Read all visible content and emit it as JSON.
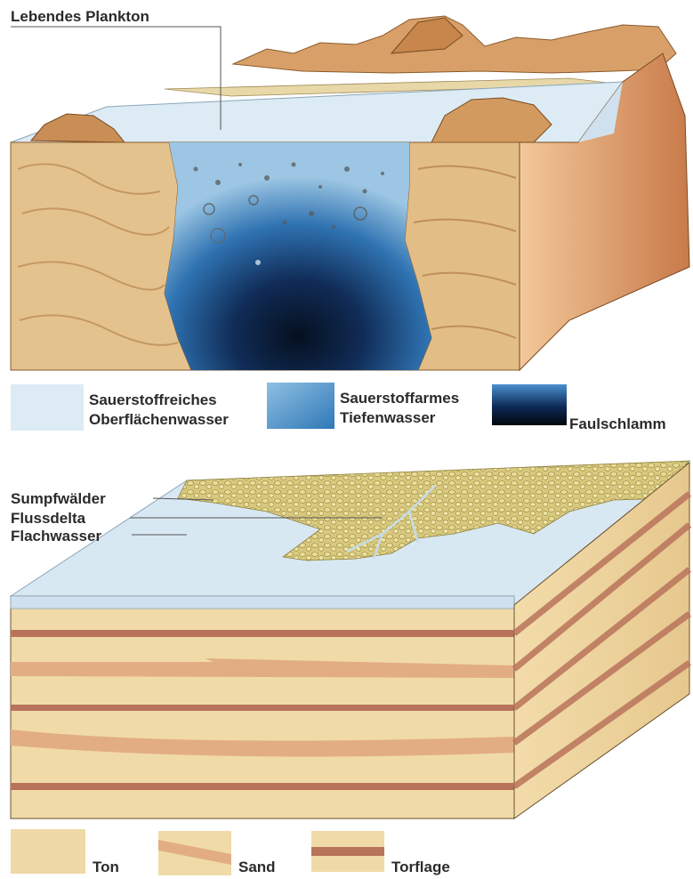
{
  "top_diagram": {
    "labels": {
      "plankton": "Lebendes Plankton"
    },
    "legend": [
      {
        "line1": "Sauerstoffreiches",
        "line2": "Oberflächenwasser",
        "swatch_color": "#dcebf4"
      },
      {
        "line1": "Sauerstoffarmes",
        "line2": "Tiefenwasser",
        "swatch_color": "#3f86c0"
      },
      {
        "line1": "Faulschlamm",
        "line2": "",
        "swatch_color": "#0e1f3a"
      }
    ]
  },
  "bottom_diagram": {
    "labels": {
      "swamp": "Sumpfwälder",
      "delta": "Flussdelta",
      "shallow": "Flachwasser"
    },
    "legend": [
      {
        "label": "Ton",
        "swatch_color": "#efd9a6"
      },
      {
        "label": "Sand",
        "swatch_color": "#e3ad83"
      },
      {
        "label": "Torflage",
        "swatch_color": "#b9735b"
      }
    ]
  },
  "colors": {
    "water_surface": "#d8e8f2",
    "rock": "#d9a268",
    "sediment": "#f0dba8",
    "sand_band": "#e2a67e",
    "peat_band": "#b36d58"
  }
}
